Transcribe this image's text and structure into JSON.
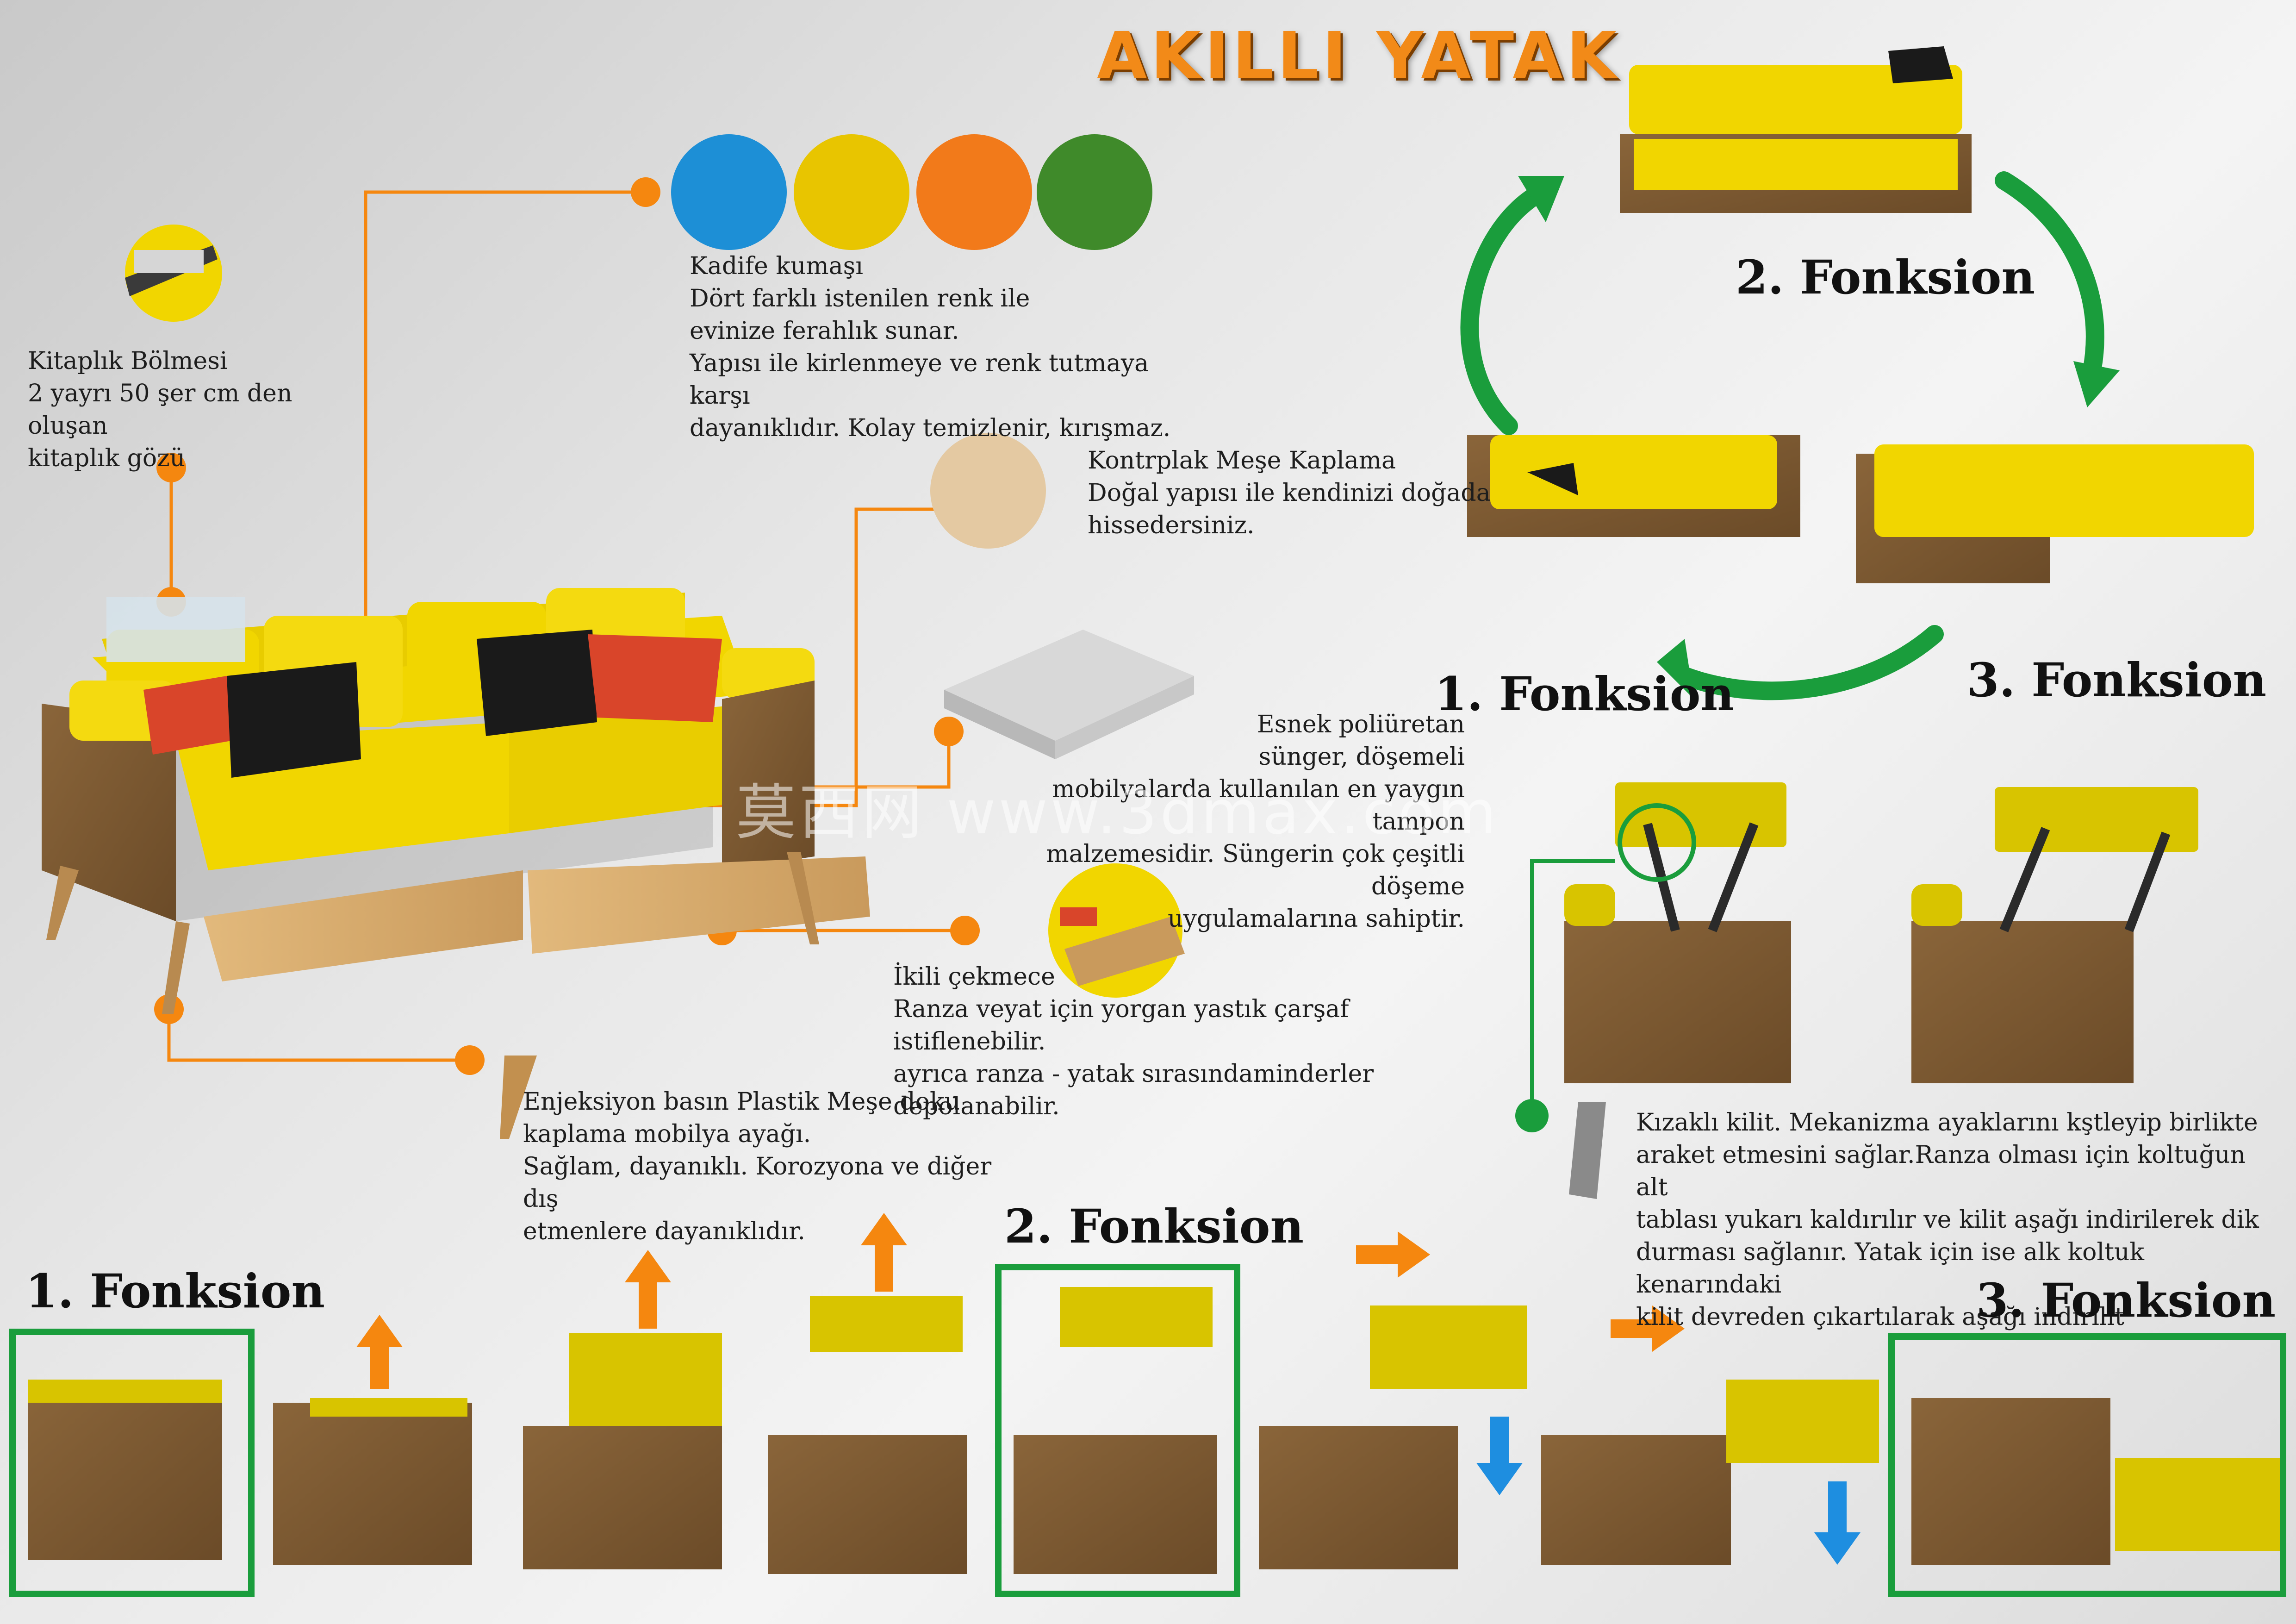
{
  "title": "AKILLI YATAK",
  "colors": {
    "yellow": "#f1d600",
    "wood": "#7d5a32",
    "orange": "#f5870f",
    "green": "#1a9d3c",
    "blue": "#1e8ee0",
    "frame": "#2a2a2a"
  },
  "swatches": [
    {
      "name": "blue-swatch",
      "color": "#1d8fd6"
    },
    {
      "name": "yellow-swatch",
      "color": "#e8c500"
    },
    {
      "name": "orange-swatch",
      "color": "#f27a1a"
    },
    {
      "name": "green-swatch",
      "color": "#3f8a2a"
    }
  ],
  "features": {
    "bookshelf": "Kitaplık Bölmesi\n2 yayrı 50 şer cm den oluşan\nkitaplık gözü",
    "fabric": "Kadife kumaşı\n Dört farklı istenilen renk ile\nevinize ferahlık sunar.\n Yapısı ile kirlenmeye ve renk tutmaya karşı\ndayanıklıdır. Kolay temizlenir, kırışmaz.",
    "plywood": "Kontrplak Meşe Kaplama\nDoğal yapısı ile kendinizi doğada\nhissedersiniz.",
    "foam": "Esnek poliüretan\nsünger, döşemeli\nmobilyalarda kullanılan en yaygın tampon\nmalzemesidir. Süngerin çok çeşitli döşeme\nuygulamalarına sahiptir.",
    "drawer": "İkili çekmece\nRanza veyat için yorgan yastık çarşaf istiflenebilir.\nayrıca ranza - yatak sırasındaminderler depolanabilir.",
    "legs": "Enjeksiyon basın Plastik Meşe doku\nkaplama mobilya ayağı.\n Sağlam, dayanıklı. Korozyona ve diğer dış\netmenlere dayanıklıdır.",
    "lock": "Kızaklı kilit. Mekanizma ayaklarını kştleyip birlikte\naraket etmesini sağlar.Ranza olması için koltuğun alt\ntablası yukarı kaldırılır ve kilit  aşağı indirilerek dik\ndurması sağlanır. Yatak için ise alk koltuk kenarındaki\nkilit devreden çıkartılarak aşağı indirilit"
  },
  "cycle": {
    "f1": "1. Fonksion",
    "f2": "2. Fonksion",
    "f3": "3. Fonksion"
  },
  "bottom": {
    "f1": "1. Fonksion",
    "f2": "2. Fonksion",
    "f3": "3. Fonksion"
  },
  "watermark": "莫西网 www.3dmax.com"
}
